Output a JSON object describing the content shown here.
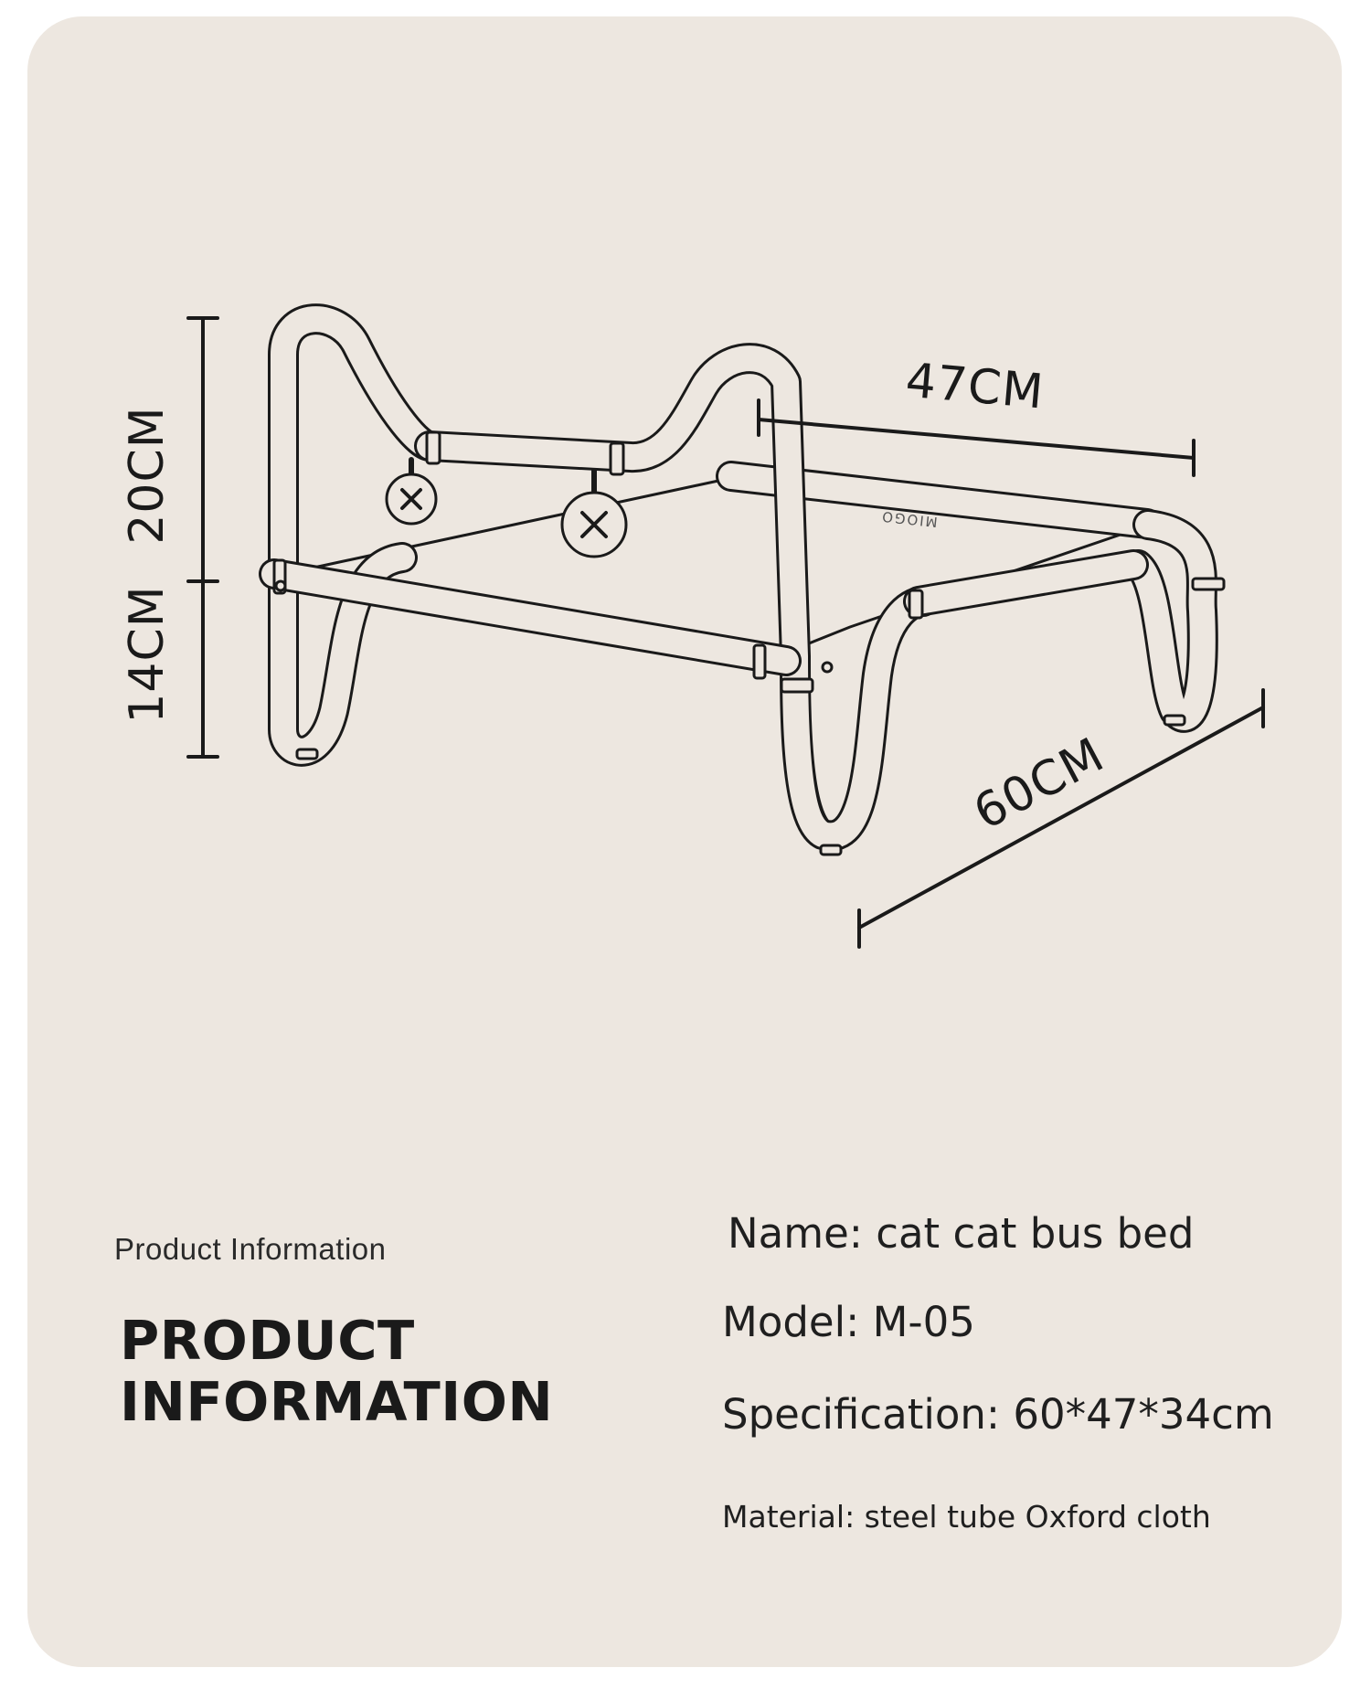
{
  "diagram": {
    "dimensions": {
      "upper_height": "20CM",
      "lower_height": "14CM",
      "width": "47CM",
      "length": "60CM"
    },
    "brand_mark": "MIOGO",
    "line_color": "#1a1a1a",
    "fabric_color": "#ede7e0"
  },
  "section": {
    "kicker": "Product Information",
    "heading_line1": "PRODUCT",
    "heading_line2": "INFORMATION"
  },
  "specs": {
    "name": "Name: cat cat bus bed",
    "model": "Model: M-05",
    "specification": "Specification: 60*47*34cm",
    "material": "Material: steel tube Oxford cloth"
  },
  "colors": {
    "background": "#ede7e0",
    "text": "#1a1a1a"
  }
}
